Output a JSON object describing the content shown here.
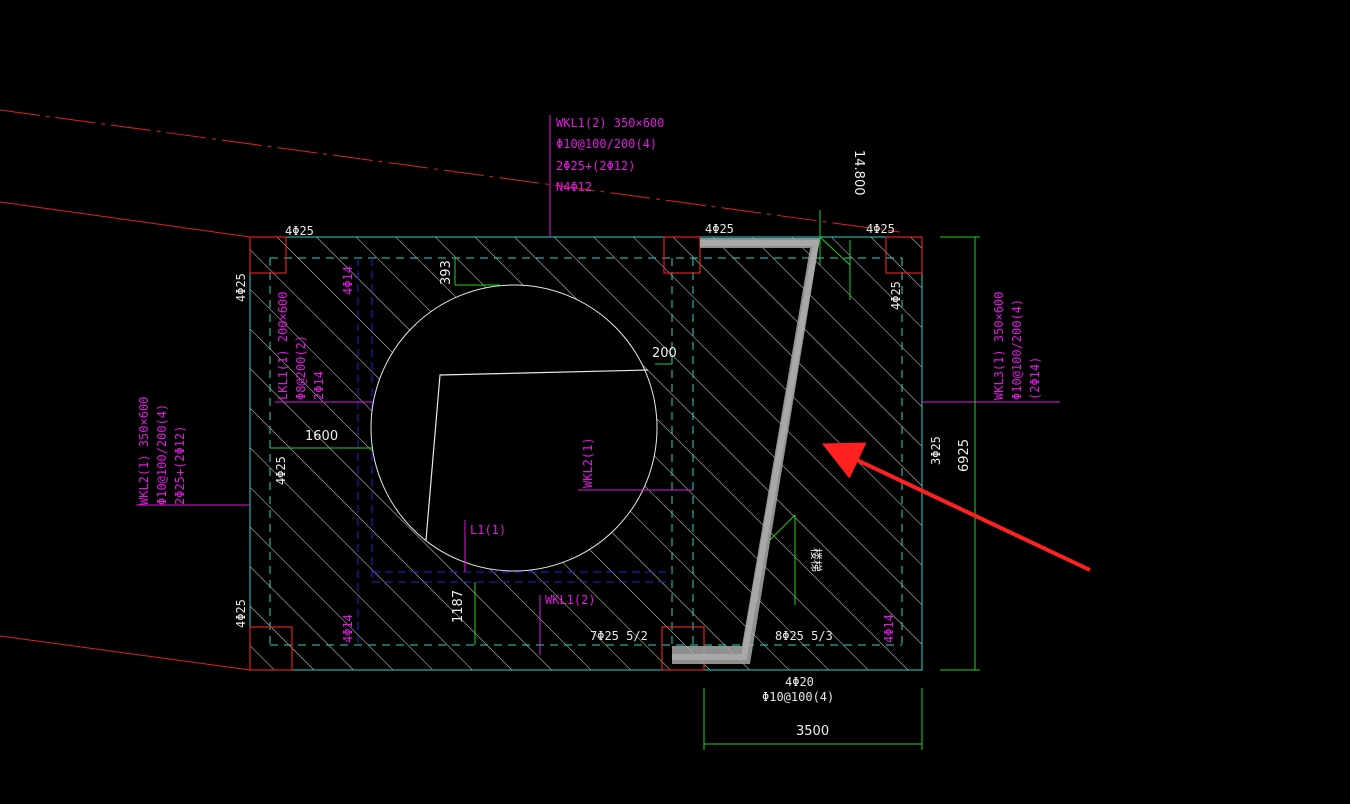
{
  "colors": {
    "background": "#000000",
    "outline": "#2bd3c8",
    "annotation": "#e018e0",
    "column": "#e02020",
    "dimension": "#20d020",
    "hatch": "#d8d8d8",
    "beam_dashed": "#2020e0",
    "stair_slab": "#a8a8a8",
    "arrow": "#ff2020"
  },
  "labels": {
    "wkl1_top": [
      "WKL1(2) 350×600",
      "Φ10@100/200(4)",
      "2Φ25+(2Φ12)",
      "N4Φ12"
    ],
    "elevation": "14.800",
    "bar_top_left": "4Φ25",
    "bar_top_mid": "4Φ25",
    "bar_top_right": "4Φ25",
    "bar_left_upper": "4Φ25",
    "bar_left_mid": "4Φ25",
    "bar_left_lower": "4Φ25",
    "bar_right_upper": "4Φ25",
    "bar_right_mid": "3Φ25",
    "bar_inner_top": "4Φ14",
    "bar_inner_bottom_left": "4Φ14",
    "bar_inner_bottom_right": "4Φ14",
    "lkl_left": [
      "LKL1(1) 200×600",
      "Φ8@200(2)",
      "2Φ14"
    ],
    "wkl2_left": [
      "WKL2(1) 350×600",
      "Φ10@100/200(4)",
      "2Φ25+(2Φ12)"
    ],
    "wkl3_right": [
      "WKL3(1) 350×600",
      "Φ10@100/200(4)",
      "(2Φ14)"
    ],
    "wkl2_inner": "WKL2(1)",
    "l1": "L1(1)",
    "wkl1_inner": "WKL1(2)",
    "bottom_bars_left": "7Φ25 5/2",
    "bottom_bars_right": "8Φ25 5/3",
    "bottom_beam": [
      "4Φ20",
      "Φ10@100(4)"
    ],
    "stair_note": "楼梯",
    "dim_393": "393",
    "dim_200": "200",
    "dim_1600": "1600",
    "dim_1187": "1187",
    "dim_6925": "6925",
    "dim_3500": "3500"
  }
}
